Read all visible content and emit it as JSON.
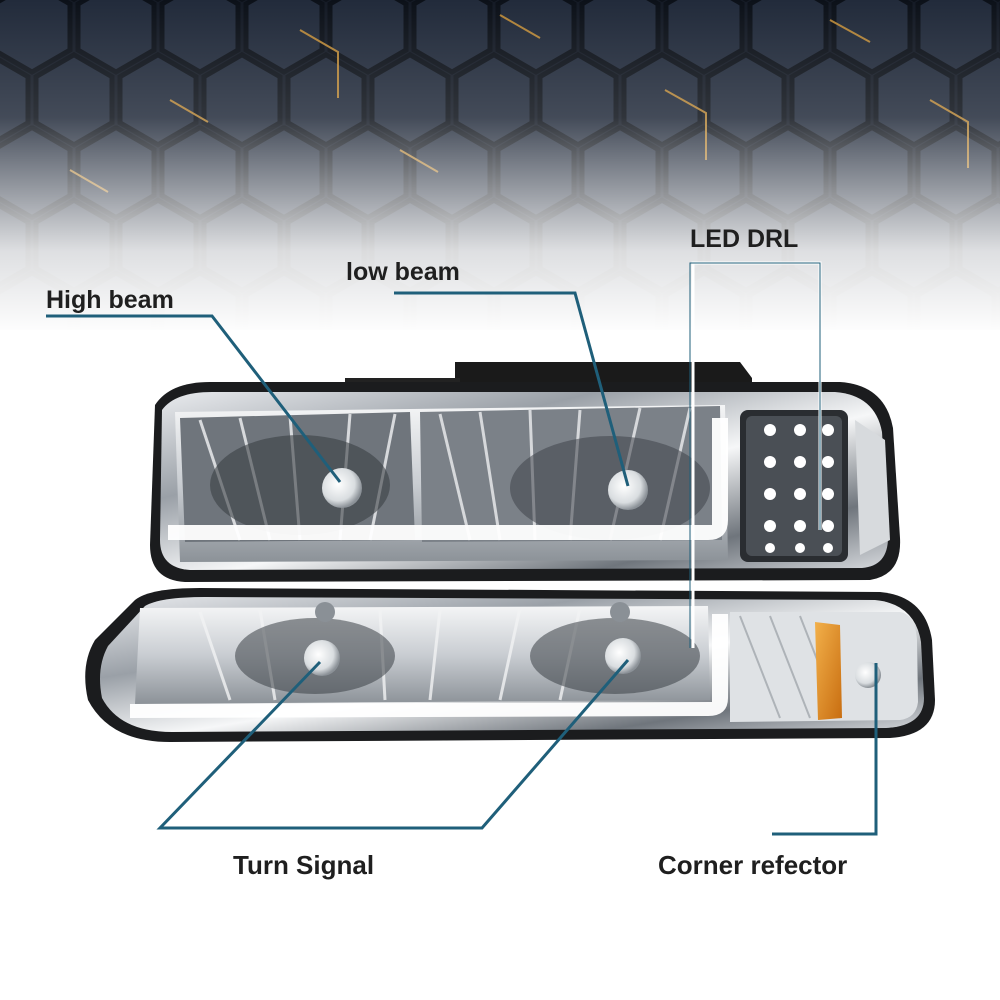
{
  "labels": {
    "high_beam": "High beam",
    "low_beam": "low beam",
    "led_drl": "LED DRL",
    "turn_signal": "Turn Signal",
    "corner_reflector": "Corner refector"
  },
  "colors": {
    "hex_background": "#1c2433",
    "hex_glow": "#c8923a",
    "callout_line": "#1f5f7a",
    "drl_line": "#ffffff",
    "amber_reflector": "#e08a1c",
    "label_text": "#1f1f1f"
  }
}
